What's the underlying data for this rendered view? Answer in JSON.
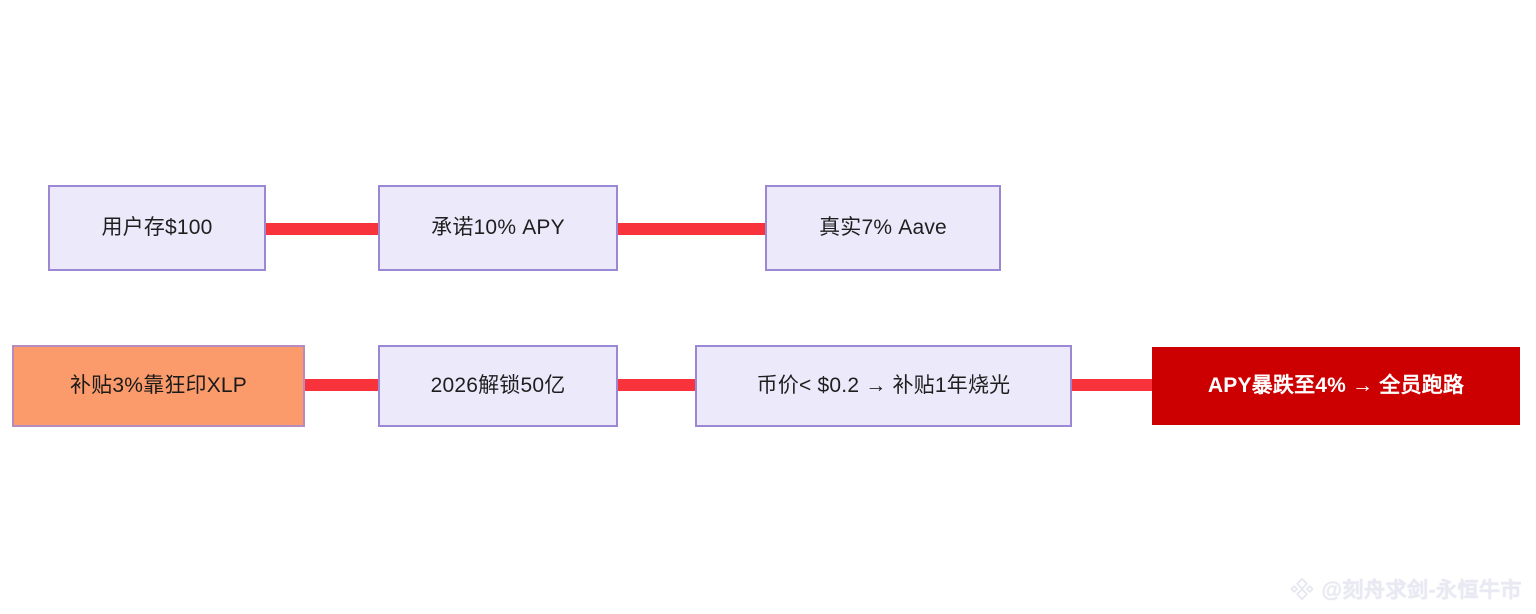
{
  "diagram": {
    "type": "flowchart",
    "background_color": "#FFFFFF",
    "connector_color": "#F8333C",
    "styles": {
      "lavender_fill": "#ECEAFA",
      "lavender_border": "#9B87D4",
      "orange_fill": "#FB9B6B",
      "orange_border": "#B58BC0",
      "red_fill": "#CC0000",
      "red_text": "#FFFFFF"
    },
    "rows": [
      {
        "name": "row-1",
        "nodes": [
          {
            "id": "node-user-deposit",
            "label": "用户存$100",
            "style": "lavender"
          },
          {
            "id": "node-promised-apy",
            "label": "承诺10% APY",
            "style": "lavender"
          },
          {
            "id": "node-real-aave",
            "label": "真实7% Aave",
            "style": "lavender"
          }
        ]
      },
      {
        "name": "row-2",
        "nodes": [
          {
            "id": "node-subsidy-print",
            "label": "补贴3%靠狂印XLP",
            "style": "orange"
          },
          {
            "id": "node-unlock-2026",
            "label": "2026解锁50亿",
            "style": "lavender"
          },
          {
            "id": "node-price-burn",
            "label": "币价< $0.2 → 补贴1年烧光",
            "style": "lavender"
          },
          {
            "id": "node-apy-crash",
            "label": "APY暴跌至4% → 全员跑路",
            "style": "red"
          }
        ]
      }
    ]
  },
  "watermark": {
    "icon": "diamond-logo-icon",
    "handle": "@刻舟求剑-永恒牛市",
    "color": "#E9E9F3"
  }
}
